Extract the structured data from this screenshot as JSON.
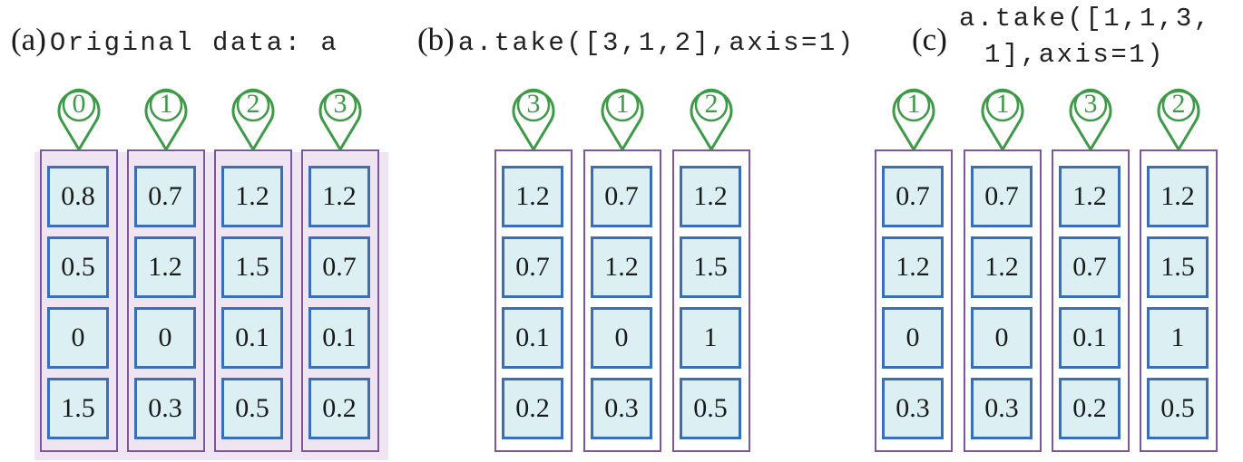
{
  "colors": {
    "cell_fill": "#dcf0f3",
    "cell_border": "#3a6eb8",
    "column_border": "#7e55a0",
    "highlight": "#efe5f2",
    "pin": "#3d9a47"
  },
  "pin_icon": "map-pin-icon",
  "panels": [
    {
      "tag": "(a)",
      "code_lines": [
        "Original data: a"
      ],
      "columns": [
        {
          "index": "0",
          "values": [
            "0.8",
            "0.5",
            "0",
            "1.5"
          ]
        },
        {
          "index": "1",
          "values": [
            "0.7",
            "1.2",
            "0",
            "0.3"
          ]
        },
        {
          "index": "2",
          "values": [
            "1.2",
            "1.5",
            "0.1",
            "0.5"
          ]
        },
        {
          "index": "3",
          "values": [
            "1.2",
            "0.7",
            "0.1",
            "0.2"
          ]
        }
      ]
    },
    {
      "tag": "(b)",
      "code_lines": [
        "a.take([3,1,2],axis=1)"
      ],
      "columns": [
        {
          "index": "3",
          "values": [
            "1.2",
            "0.7",
            "0.1",
            "0.2"
          ]
        },
        {
          "index": "1",
          "values": [
            "0.7",
            "1.2",
            "0",
            "0.3"
          ]
        },
        {
          "index": "2",
          "values": [
            "1.2",
            "1.5",
            "1",
            "0.5"
          ]
        }
      ]
    },
    {
      "tag": "(c)",
      "code_lines": [
        "a.take([1,1,3,",
        "1],axis=1)"
      ],
      "columns": [
        {
          "index": "1",
          "values": [
            "0.7",
            "1.2",
            "0",
            "0.3"
          ]
        },
        {
          "index": "1",
          "values": [
            "0.7",
            "1.2",
            "0",
            "0.3"
          ]
        },
        {
          "index": "3",
          "values": [
            "1.2",
            "0.7",
            "0.1",
            "0.2"
          ]
        },
        {
          "index": "2",
          "values": [
            "1.2",
            "1.5",
            "1",
            "0.5"
          ]
        }
      ]
    }
  ]
}
